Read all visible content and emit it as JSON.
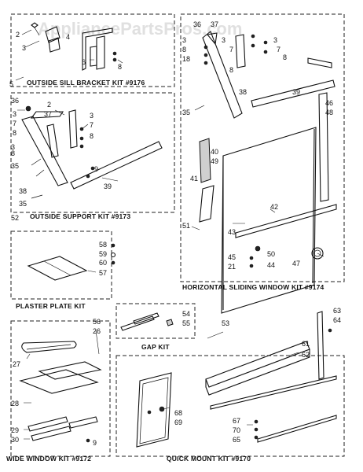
{
  "watermark": "AppliancePartsPros.com",
  "kits": {
    "sill": "OUTSIDE SILL BRACKET KIT #9176",
    "support": "OUTSIDE SUPPORT KIT #9173",
    "horizontal": "HORIZONTAL SLIDING WINDOW KIT #9174",
    "plaster": "PLASTER PLATE KIT",
    "gap": "GAP KIT",
    "wide": "WIDE WINDOW KIT #9172",
    "quick": "QUICK MOUNT KIT #9170"
  },
  "labels": {
    "sill": [
      "2",
      "3",
      "4",
      "6",
      "8",
      "5"
    ],
    "support": [
      "36",
      "2",
      "37",
      "3",
      "7",
      "8",
      "3",
      "7",
      "3",
      "8",
      "35",
      "38",
      "39",
      "35",
      "52",
      "8",
      "9"
    ],
    "horizontal": [
      "36",
      "37",
      "3",
      "8",
      "18",
      "35",
      "38",
      "39",
      "46",
      "48",
      "40",
      "49",
      "41",
      "42",
      "43",
      "51",
      "50",
      "45",
      "21",
      "44",
      "47",
      "3",
      "7",
      "8",
      "3",
      "7",
      "8"
    ],
    "plaster": [
      "58",
      "59",
      "60",
      "57"
    ],
    "gap": [
      "54",
      "55"
    ],
    "wide": [
      "56",
      "26",
      "27",
      "28",
      "29",
      "30",
      "9"
    ],
    "quick": [
      "53",
      "61",
      "62",
      "63",
      "64",
      "68",
      "69",
      "67",
      "70",
      "65"
    ]
  }
}
